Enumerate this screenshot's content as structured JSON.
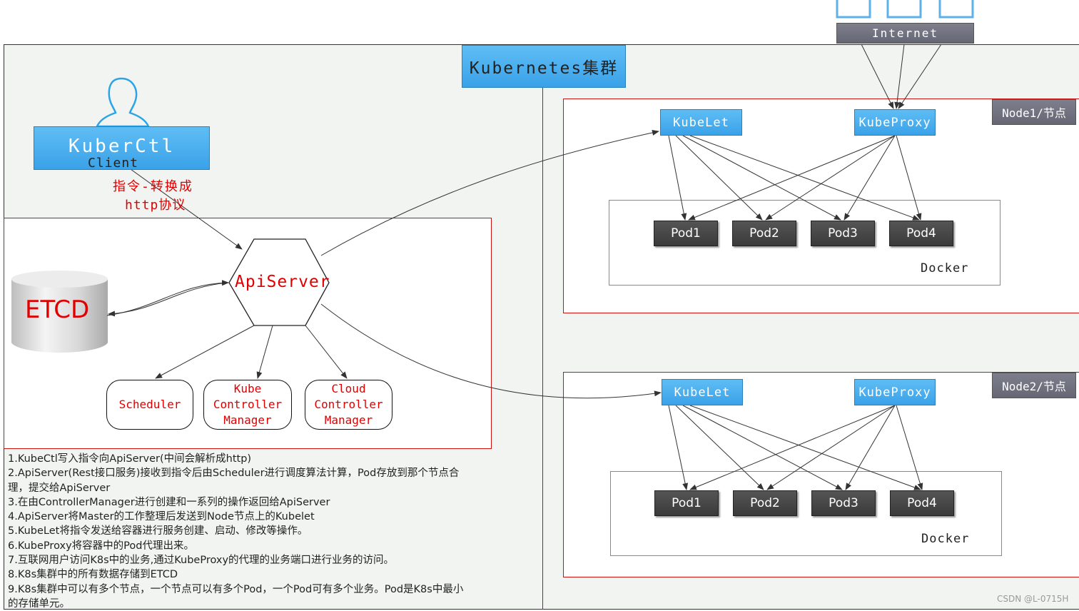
{
  "cluster_title": "Kubernetes集群",
  "client": {
    "name": "KuberCtl",
    "sub": "Client"
  },
  "annotation": {
    "line1": "指令-转换成",
    "line2": "http协议"
  },
  "internet_label": "Internet",
  "master": {
    "etcd": "ETCD",
    "apiserver": "ApiServer",
    "scheduler": "Scheduler",
    "kube_cm": "Kube\nController\nManager",
    "cloud_cm": "Cloud\nController\nManager"
  },
  "nodes": [
    {
      "tag": "Node1/节点",
      "kubelet": "KubeLet",
      "kubeproxy": "KubeProxy",
      "pods": [
        "Pod1",
        "Pod2",
        "Pod3",
        "Pod4"
      ],
      "runtime": "Docker"
    },
    {
      "tag": "Node2/节点",
      "kubelet": "KubeLet",
      "kubeproxy": "KubeProxy",
      "pods": [
        "Pod1",
        "Pod2",
        "Pod3",
        "Pod4"
      ],
      "runtime": "Docker"
    }
  ],
  "notes": [
    "1.KubeCtl写入指令向ApiServer(中间会解析成http)",
    "2.ApiServer(Rest接口服务)接收到指令后由Scheduler进行调度算法计算，Pod存放到那个节点合",
    "理，提交给ApiServer",
    "3.在由ControllerManager进行创建和一系列的操作返回给ApiServer",
    "4.ApiServer将Master的工作整理后发送到Node节点上的Kubelet",
    "5.KubeLet将指令发送给容器进行服务创建、启动、修改等操作。",
    "6.KubeProxy将容器中的Pod代理出来。",
    "7.互联网用户访问K8s中的业务,通过KubeProxy的代理的业务端口进行业务的访问。",
    "8.K8s集群中的所有数据存储到ETCD",
    "9.K8s集群中可以有多个节点，一个节点可以有多个Pod，一个Pod可有多个业务。Pod是K8s中最小",
    "的存储单元。"
  ],
  "watermark": "CSDN @L-0715H"
}
